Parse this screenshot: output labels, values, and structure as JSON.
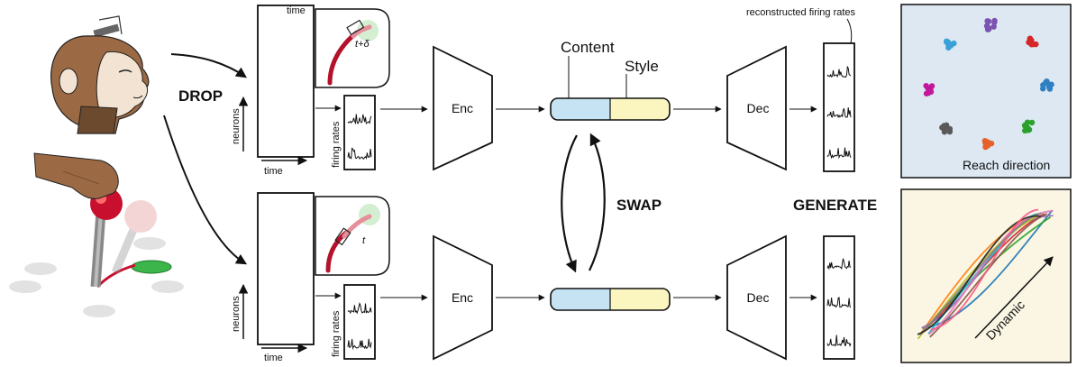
{
  "labels": {
    "drop": "DROP",
    "swap": "SWAP",
    "generate": "GENERATE",
    "content": "Content",
    "style": "Style",
    "enc": "Enc",
    "dec": "Dec",
    "reconstructed": "reconstructed firing rates",
    "reach_direction": "Reach direction",
    "dynamic": "Dynamic",
    "neurons": "neurons",
    "time": "time",
    "firing_rates": "firing rates",
    "t_delta": "t+δ",
    "t": "t"
  },
  "colors": {
    "content": "#c5e3f3",
    "style": "#fbf6c0",
    "reach_panel": "#dde8f3",
    "dynamic_panel": "#faf6e3",
    "monkey_fur": "#9b6a45",
    "monkey_face": "#f3e3d2",
    "target_red": "#c8102e",
    "target_green": "#3cb54a"
  },
  "reach_clusters": [
    {
      "name": "purple",
      "color": "#7b52b2"
    },
    {
      "name": "red",
      "color": "#d62728"
    },
    {
      "name": "blue",
      "color": "#2f7fc1"
    },
    {
      "name": "green",
      "color": "#2ca02c"
    },
    {
      "name": "orange",
      "color": "#e4622a"
    },
    {
      "name": "gray",
      "color": "#595959"
    },
    {
      "name": "magenta",
      "color": "#c2189a"
    },
    {
      "name": "cyan",
      "color": "#3aa0d8"
    }
  ],
  "trajectory_colors": [
    "#d62728",
    "#1f77b4",
    "#2ca02c",
    "#ff7f0e",
    "#9467bd",
    "#17becf",
    "#e377c2",
    "#8c564b",
    "#bcbd22",
    "#7f7f7f",
    "#222222",
    "#ff5588"
  ]
}
